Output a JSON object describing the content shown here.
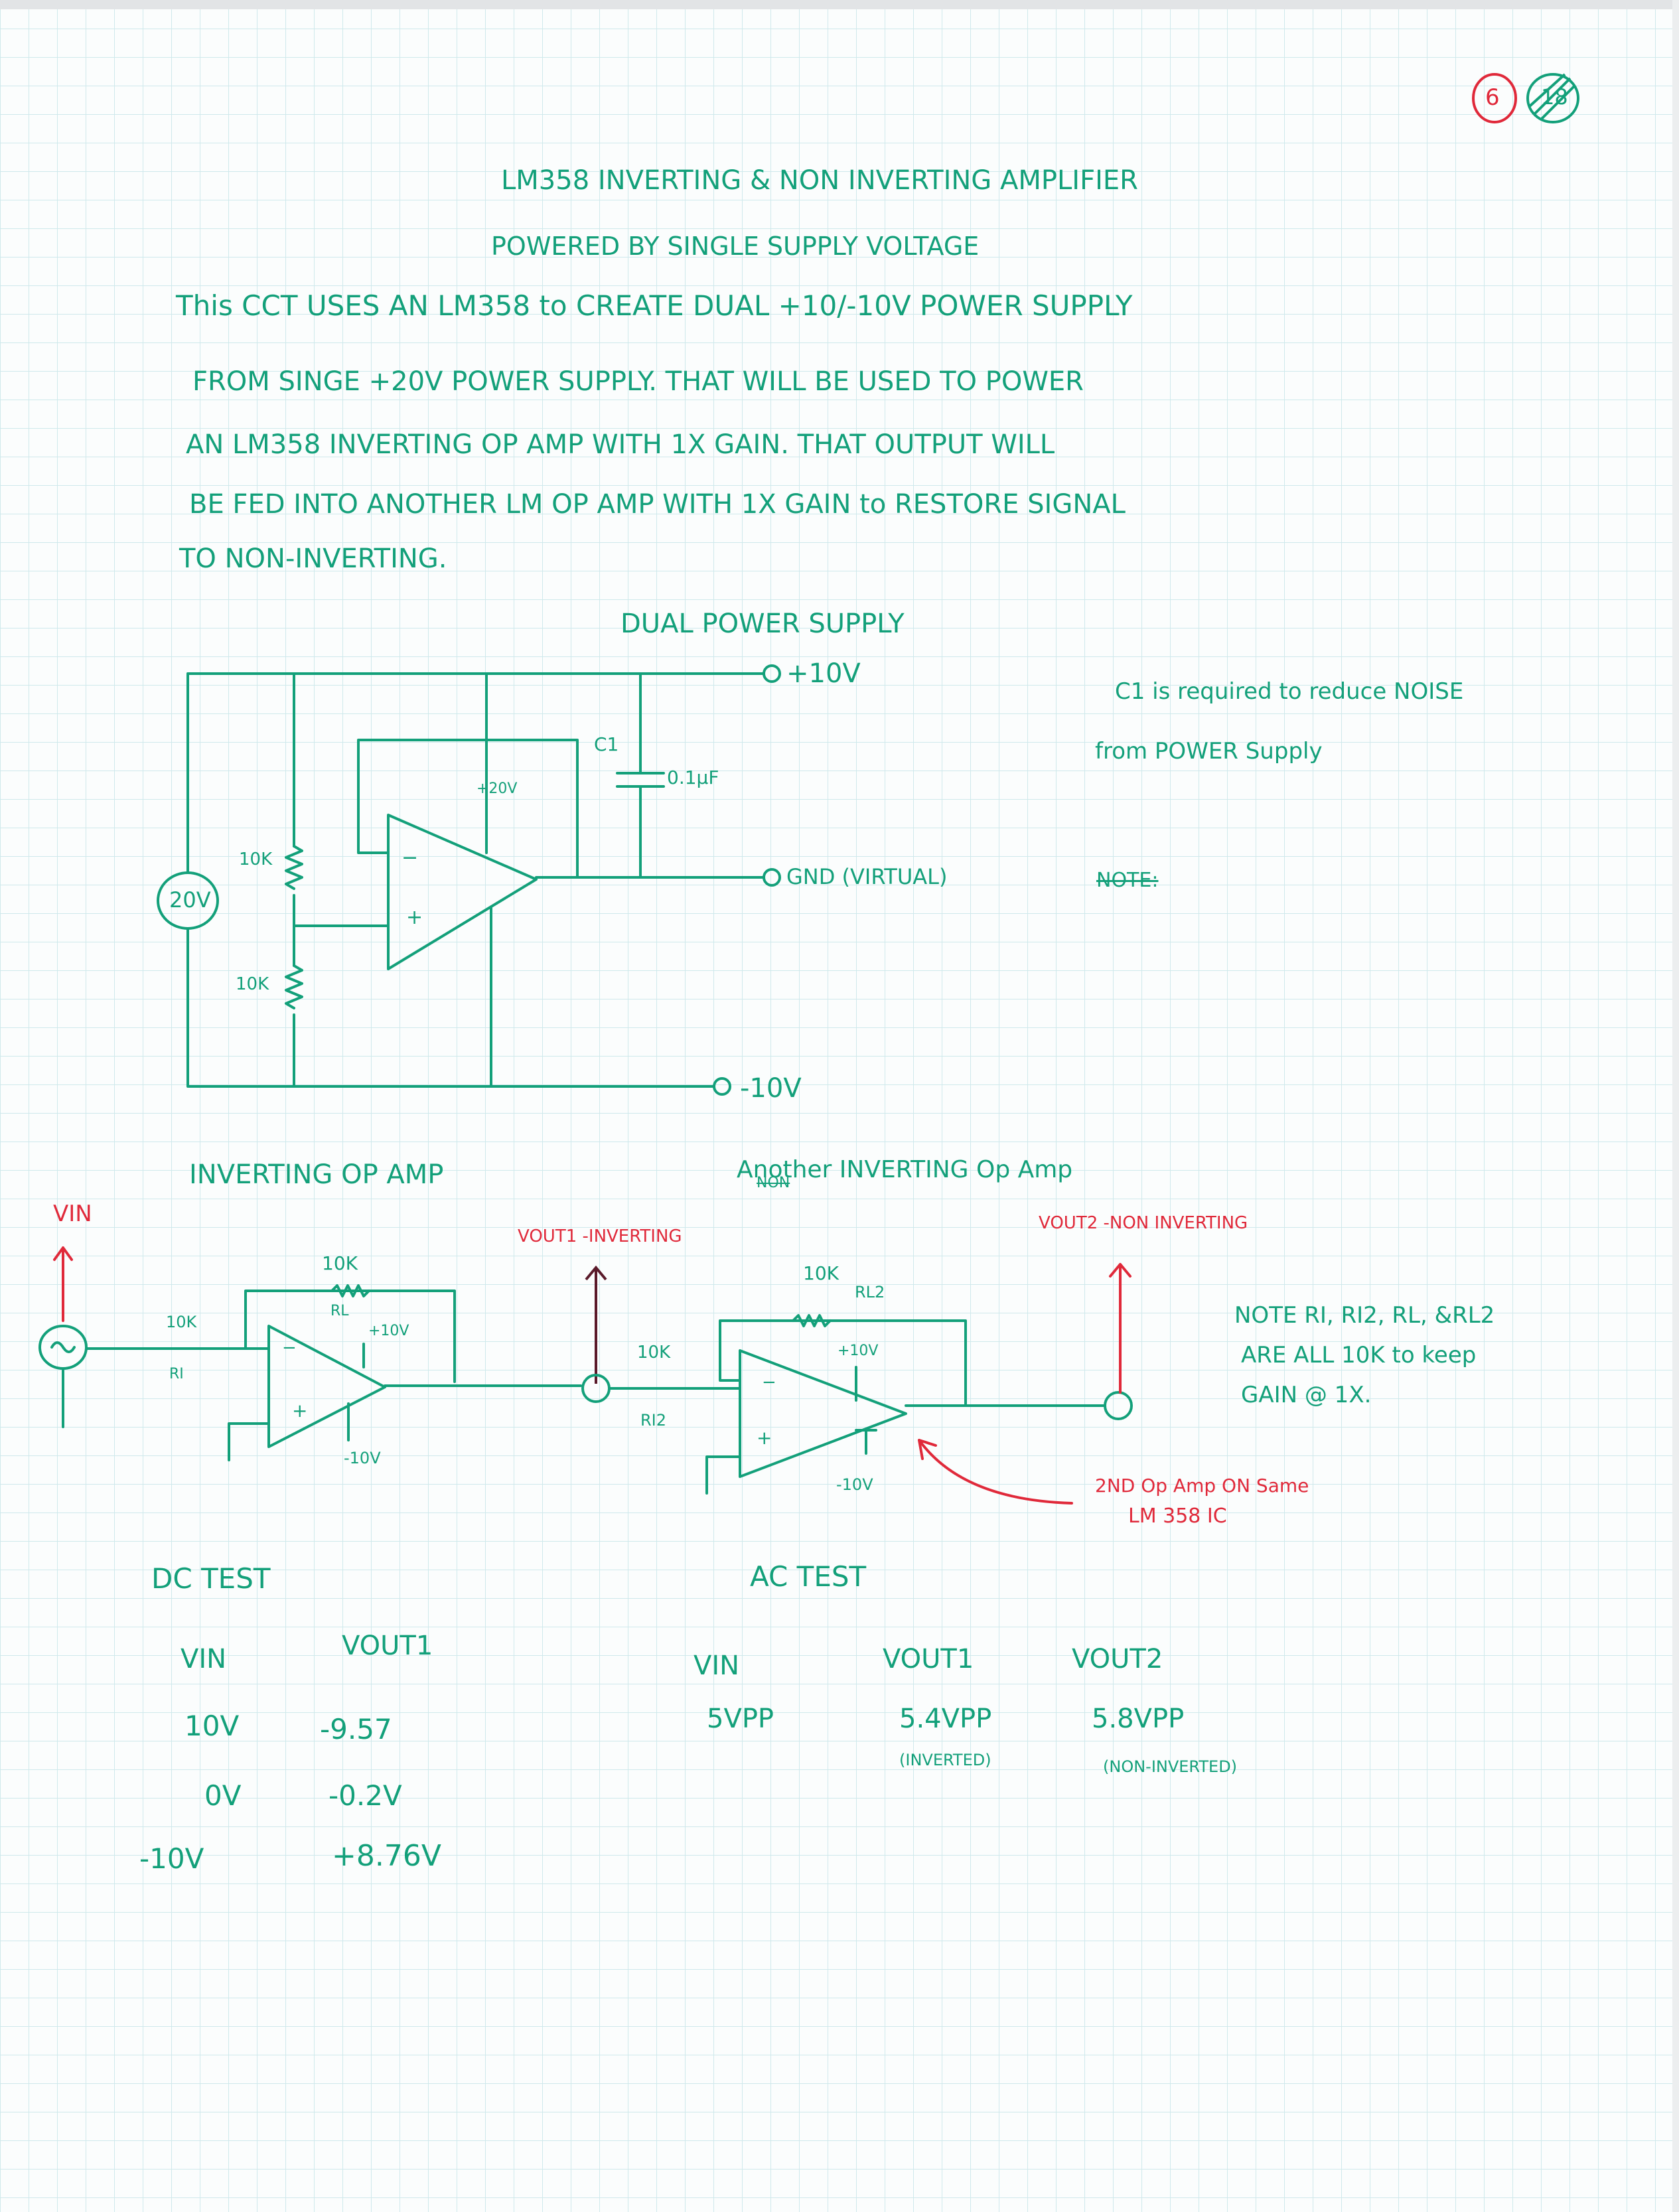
{
  "page_number": {
    "current": "6",
    "crossed": "18"
  },
  "title": {
    "line1": "LM358   INVERTING & NON INVERTING  AMPLIFIER",
    "line2": "POWERED  BY  SINGLE  SUPPLY  VOLTAGE"
  },
  "description": {
    "line1": "This  CCT  USES  AN  LM358  to  CREATE  DUAL  +10/-10V  POWER  SUPPLY",
    "line2": "FROM  SINGE  +20V  POWER  SUPPLY.  THAT  WILL  BE  USED  TO  POWER",
    "line3": "AN  LM358  INVERTING  OP  AMP  WITH  1X  GAIN.  THAT OUTPUT  WILL",
    "line4": "BE  FED  INTO  ANOTHER  LM OP AMP  WITH  1X  GAIN   to  RESTORE  SIGNAL",
    "line5": "TO  NON-INVERTING."
  },
  "dual_supply": {
    "heading": "DUAL  POWER  SUPPLY",
    "plus10": "+10V",
    "gnd": "GND (VIRTUAL)",
    "minus10": "-10V",
    "source": "20V",
    "r_top": "10K",
    "r_bot": "10K",
    "cap_name": "C1",
    "cap_value": "0.1µF",
    "opamp_vcc": "+20V",
    "minus_sign": "−",
    "plus_sign": "+",
    "note_c1_line1": "C1 is required  to  reduce  NOISE",
    "note_c1_line2": "from  POWER  Supply",
    "note_label": "NOTE:"
  },
  "inverting": {
    "heading": "INVERTING  OP AMP",
    "vin": "VIN",
    "rf": "10K",
    "rf_name": "RL",
    "ri": "10K",
    "ri_name": "RI",
    "vcc": "+10V",
    "vee": "-10V",
    "vout": "VOUT1 -INVERTING",
    "minus_sign": "−",
    "plus_sign": "+"
  },
  "second": {
    "heading": "Another INVERTING  Op Amp",
    "heading_crossed": "NON",
    "rf": "10K",
    "rf_name": "RL2",
    "ri": "10K",
    "ri_name": "RI2",
    "vcc": "+10V",
    "vee": "-10V",
    "vout": "VOUT2 -NON INVERTING",
    "annotation_line1": "2ND  Op Amp ON Same",
    "annotation_line2": "LM 358  IC",
    "minus_sign": "−",
    "plus_sign": "+"
  },
  "gain_note": {
    "line1": "NOTE  RI, RI2, RL, &RL2",
    "line2": "ARE  ALL 10K  to  keep",
    "line3": "GAIN @  1X."
  },
  "dc_test": {
    "heading": "DC  TEST",
    "headers": [
      "VIN",
      "VOUT1"
    ],
    "rows": [
      [
        "10V",
        "-9.57"
      ],
      [
        "0V",
        "-0.2V"
      ],
      [
        "-10V",
        "+8.76V"
      ]
    ]
  },
  "ac_test": {
    "heading": "AC  TEST",
    "headers": [
      "VIN",
      "VOUT1",
      "VOUT2"
    ],
    "values": [
      "5VPP",
      "5.4VPP",
      "5.8VPP"
    ],
    "notes": [
      "",
      "(INVERTED)",
      "(NON-INVERTED)"
    ]
  },
  "colors": {
    "ink_green": "#13a07a",
    "ink_red": "#e0293a",
    "grid": "#cfe9ec"
  }
}
